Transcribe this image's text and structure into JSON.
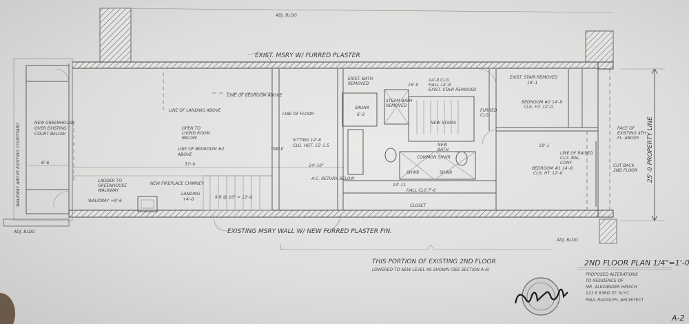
{
  "sheet": {
    "title": "2ND FLOOR PLAN 1/4\"=1'-0\"",
    "project_lines": [
      "PROPOSED ALTERATIONS",
      "TO RESIDENCE OF",
      "MR. ALEXANDER HIRSCH",
      "121 E 63RD ST. N.Y.C.",
      "PAUL RUDOLPH, ARCHITECT"
    ],
    "sheet_number": "A-2",
    "seal": "architect-seal",
    "signature": "architect-signature"
  },
  "labels": {
    "adj_bldg_top": "ADJ. BLDG",
    "adj_bldg_left": "ADJ. BLDG",
    "adj_bldg_right": "ADJ. BLDG",
    "exist_wall_top": "EXIST. MSRY W/ FURRED PLASTER",
    "exist_wall_bottom": "EXISTING MSRY WALL W/ NEW FURRED PLASTER FIN.",
    "walkway_vertical": "WALKWAY ABOVE EXISTING COURTYARD",
    "greenhouse": [
      "NEW GREENHOUSE",
      "OVER EXISTING",
      "COURT BELOW"
    ],
    "greenhouse_dim": "6'-6",
    "ladder": [
      "LADDER TO",
      "GREENHOUSE",
      "WALKWAY"
    ],
    "walkway": "WALKWAY +8'-6",
    "chimney": "NEW FIREPLACE CHIMNEY",
    "landing": [
      "LANDING",
      "+4'-0"
    ],
    "risers": "9 R @ 16\" = 12'-0",
    "line_landing": "LINE OF LANDING ABOVE",
    "line_bedroom": "LINE OF BEDROOM ABOVE",
    "open_living": [
      "OPEN TO",
      "LIVING ROOM",
      "BELOW"
    ],
    "line_bedroom2": [
      "LINE OF BEDROOM #2",
      "ABOVE"
    ],
    "dim_33": "33'-0",
    "line_floor": "LINE OF FLOOR",
    "table": "TABLE",
    "sitting": [
      "SITTING 14'-8",
      "CLG. HGT. 15'-1.5"
    ],
    "sitting_dim": "14'-10\"",
    "ac_return": "A.C. RETURN BELOW",
    "exist_bath": [
      "EXIST. BATH",
      "REMOVED"
    ],
    "sauna": [
      "SAUNA",
      "6'-2"
    ],
    "steam": [
      "STEAM BATH",
      "REMOVED"
    ],
    "hall_top": [
      "14'-0 CLG.",
      "HALL 14'-8",
      "EXIST. STAIR REMOVED"
    ],
    "dim_16": "16'-0",
    "new_stairs": "NEW STAIRS",
    "new_bath": [
      "NEW",
      "BATH"
    ],
    "shower_common": "COMMON SHWR",
    "shwr_1": "SHWR",
    "shwr_2": "SHWR",
    "dim_24": "24'-11",
    "hall_clg": "HALL CLG 7'-0",
    "closet": "CLOSET",
    "furred": [
      "FURRED",
      "CLG."
    ],
    "exist_stair": [
      "EXIST. STAIR REMOVED",
      "18'-1"
    ],
    "bedroom2": [
      "BEDROOM #2 14'-8",
      "CLG. HT. 12'-0"
    ],
    "dim_18": "18'-1",
    "bedroom1": [
      "BEDROOM #1 14'-8",
      "CLG. HT. 12'-0"
    ],
    "raised_clg": [
      "LINE OF RAISED",
      "CLG. BAL-",
      "CONY"
    ],
    "face_existing": [
      "FACE OF",
      "EXISTING 4TH",
      "FL. ABOVE"
    ],
    "cut_back": [
      "CUT BACK",
      "2ND FLOOR"
    ],
    "property_line": "25'-0 PROPERTY LINE",
    "lowered": [
      "THIS PORTION OF EXISTING 2ND FLOOR",
      "LOWERED TO NEW LEVEL AS SHOWN (SEE SECTION A-6)"
    ]
  }
}
